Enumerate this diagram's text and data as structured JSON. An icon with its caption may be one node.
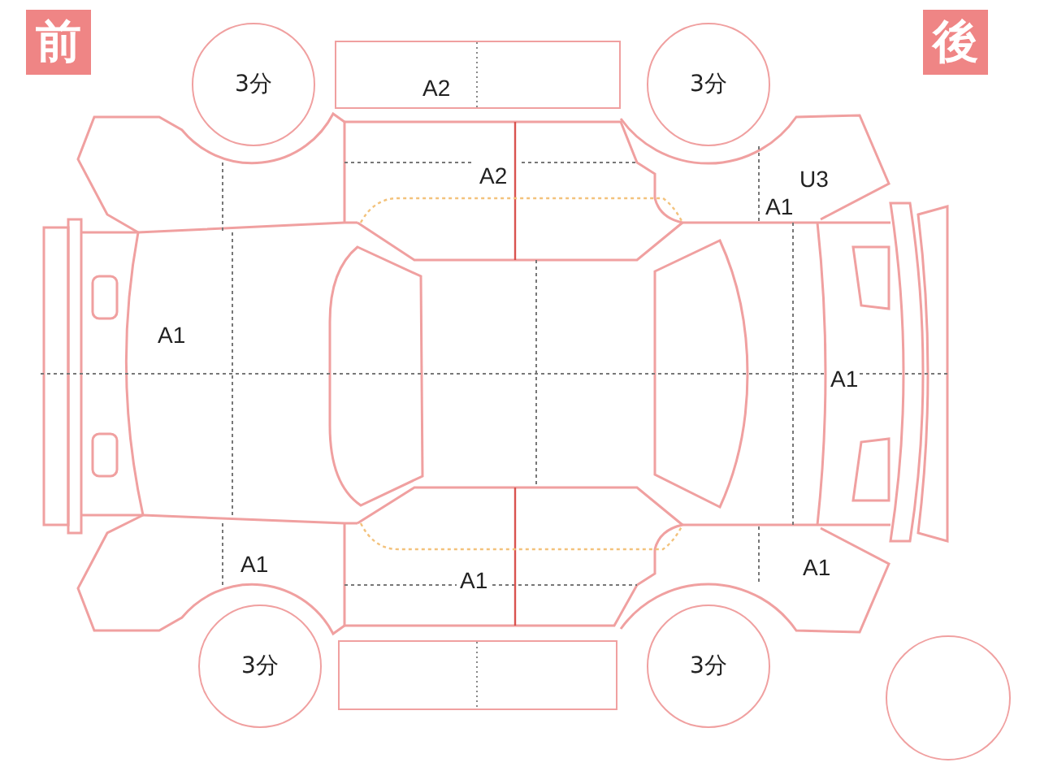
{
  "diagram": {
    "nodes": [
      {
        "text": [
          "前"
        ]
      },
      {
        "text": [
          "3分"
        ]
      },
      {
        "text": [
          "A2"
        ]
      },
      {
        "text": [
          "3分"
        ]
      },
      {
        "text": [
          "後"
        ]
      },
      {
        "text": [
          "3分"
        ]
      },
      {
        "text": [],
        "shape": "box"
      },
      {
        "text": [
          "3分"
        ]
      },
      {
        "text": [],
        "shape": "circle"
      }
    ],
    "labels": [
      "A2",
      "U3",
      "A1",
      "A1",
      "A1",
      "A1",
      "A1",
      "A1"
    ]
  }
}
